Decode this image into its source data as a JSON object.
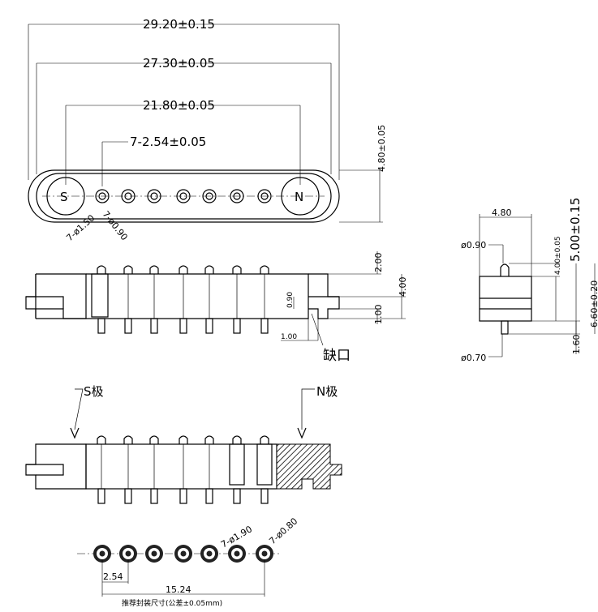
{
  "top_view": {
    "dim_overall": "29.20±0.15",
    "dim_pole_outer": "27.30±0.05",
    "dim_pole_centers": "21.80±0.05",
    "dim_pitch": "7-2.54±0.05",
    "dim_height": "4.80±0.05",
    "pole_s": "S",
    "pole_n": "N",
    "hole_dia_outer": "7-ø1.50",
    "hole_dia_inner": "7-ø0.90"
  },
  "front_view": {
    "dim_top": "2.00",
    "dim_total": "4.00",
    "dim_step": "0.90",
    "dim_bottom": "1.00",
    "dim_notch_w": "1.00",
    "notch_label": "缺口"
  },
  "side_view": {
    "dim_width": "4.80",
    "dim_pin_top": "ø0.90",
    "dim_body": "4.00±0.05",
    "dim_total": "5.00±0.15",
    "dim_overall": "6.60±0.20",
    "dim_tail": "1.60",
    "dim_pin_bottom": "ø0.70"
  },
  "section_view": {
    "s_label": "S极",
    "n_label": "N极"
  },
  "pcb_view": {
    "hole_outer": "7-ø1.90",
    "hole_inner": "7-ø0.80",
    "dim_pitch": "2.54",
    "dim_span": "15.24",
    "caption": "推荐封装尺寸(公差±0.05mm)"
  }
}
